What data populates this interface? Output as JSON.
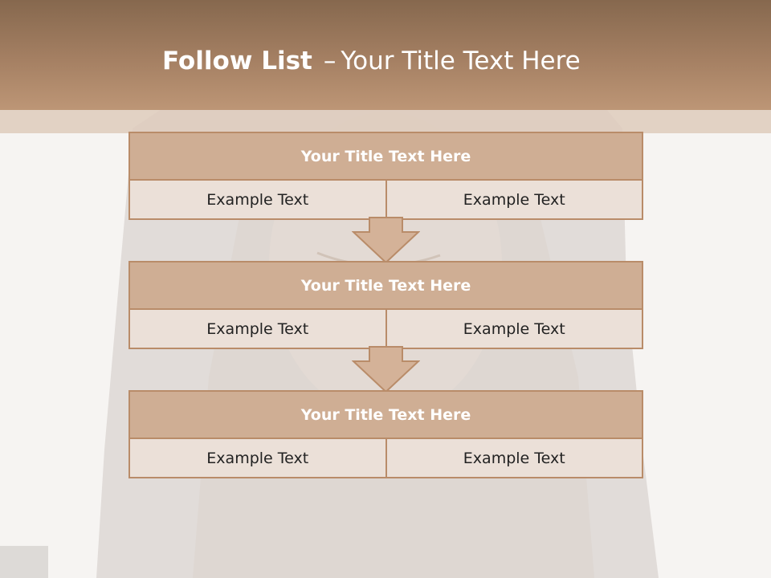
{
  "slide": {
    "title_bold": "Follow List",
    "title_dash": "–",
    "title_rest": "Your Title Text Here"
  },
  "blocks": [
    {
      "title": "Your Title Text Here",
      "cells": [
        "Example Text",
        "Example Text"
      ]
    },
    {
      "title": "Your Title Text Here",
      "cells": [
        "Example Text",
        "Example Text"
      ]
    },
    {
      "title": "Your Title Text Here",
      "cells": [
        "Example Text",
        "Example Text"
      ]
    }
  ],
  "colors": {
    "header_dark": "#86684e",
    "header_light": "#bd9676",
    "block_title_fill": "#cfae94",
    "block_border": "#b98c69",
    "cell_fill": "#ebe0d8",
    "arrow_fill": "#d4b298"
  }
}
